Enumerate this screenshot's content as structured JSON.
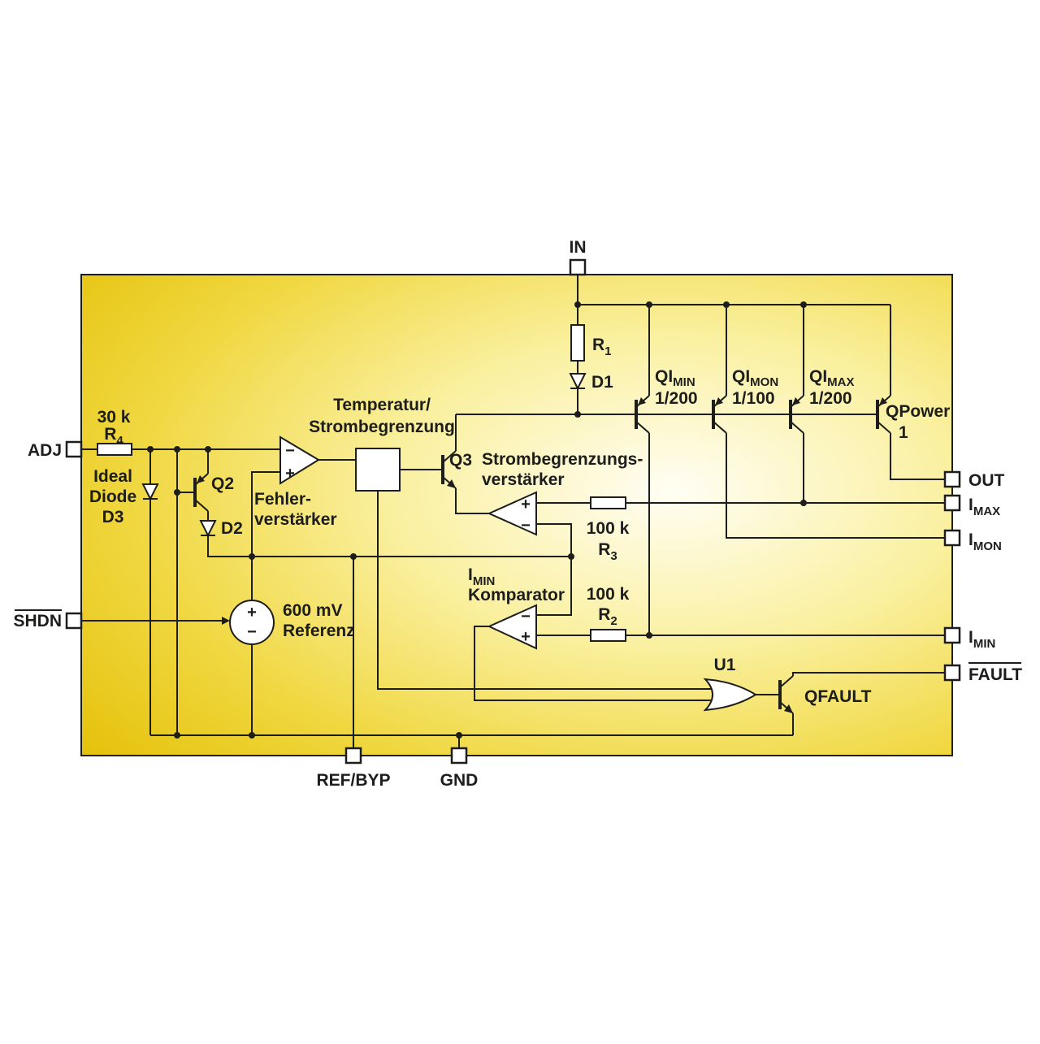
{
  "colors": {
    "block_yellow": "#e2bd00",
    "line": "#1d1d1b",
    "background": "#ffffff"
  },
  "pins": {
    "in": "IN",
    "adj": "ADJ",
    "shdn": "SHDN",
    "refbyp": "REF/BYP",
    "gnd": "GND",
    "out": "OUT",
    "imax": {
      "main": "I",
      "sub": "MAX"
    },
    "imon": {
      "main": "I",
      "sub": "MON"
    },
    "imin": {
      "main": "I",
      "sub": "MIN"
    },
    "fault": "FAULT"
  },
  "components": {
    "r1": {
      "main": "R",
      "sub": "1"
    },
    "d1": "D1",
    "r4val": "30 k",
    "r4": {
      "main": "R",
      "sub": "4"
    },
    "d3": {
      "l1": "Ideal",
      "l2": "Diode",
      "l3": "D3"
    },
    "q2": "Q2",
    "d2": "D2",
    "erramp": {
      "l1": "Fehler-",
      "l2": "verstärker"
    },
    "tempbox": {
      "l1": "Temperatur/",
      "l2": "Strombegrenzung"
    },
    "q3": "Q3",
    "clamp": {
      "l1": "Strombegrenzungs-",
      "l2": "verstärker"
    },
    "comp": {
      "main": "I",
      "sub": "MIN",
      "l2": "Komparator"
    },
    "r3val": "100 k",
    "r3": {
      "main": "R",
      "sub": "3"
    },
    "r2val": "100 k",
    "r2": {
      "main": "R",
      "sub": "2"
    },
    "ref": {
      "l1": "600 mV",
      "l2": "Referenz"
    },
    "u1": "U1",
    "qfault": "QFAULT",
    "qimin": {
      "main": "QI",
      "sub": "MIN",
      "ratio": "1/200"
    },
    "qimon": {
      "main": "QI",
      "sub": "MON",
      "ratio": "1/100"
    },
    "qimax": {
      "main": "QI",
      "sub": "MAX",
      "ratio": "1/200"
    },
    "qpower": {
      "l1": "QPower",
      "l2": "1"
    },
    "plus": "+",
    "minus": "−"
  }
}
